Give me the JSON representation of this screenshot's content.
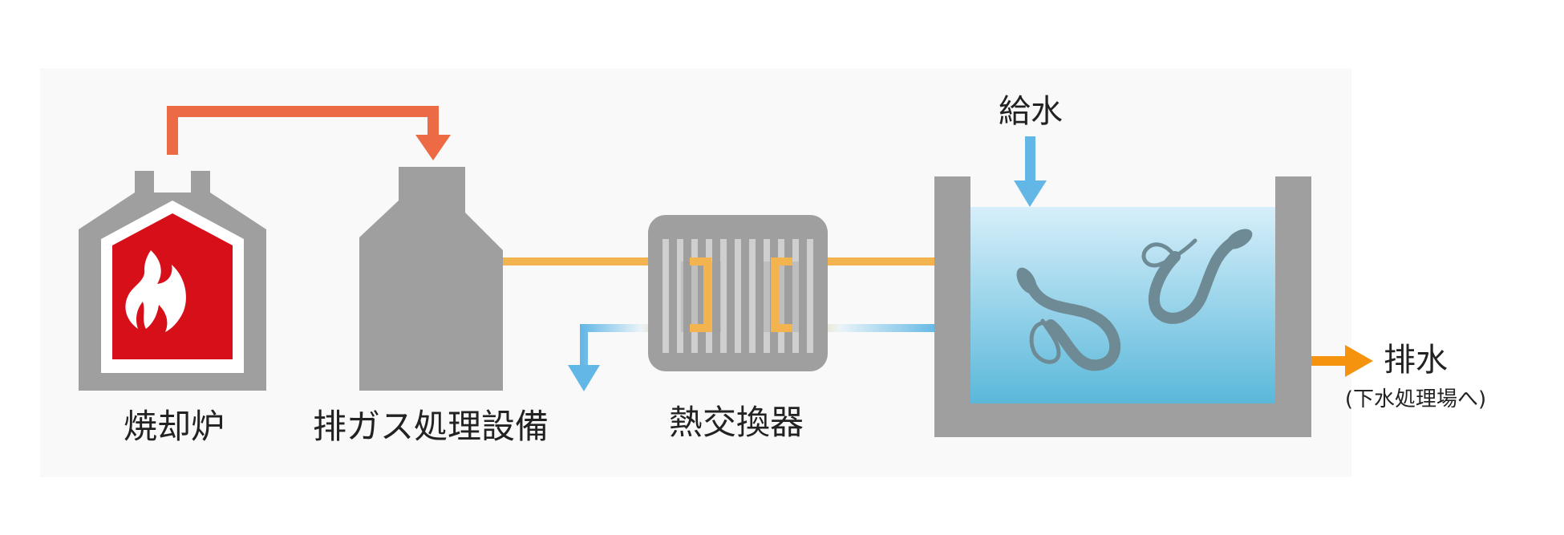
{
  "labels": {
    "incinerator": "焼却炉",
    "exhaust_treatment": "排ガス処理設備",
    "heat_exchanger": "熱交換器",
    "water_supply": "給水",
    "drain": "排水",
    "drain_note": "(下水処理場へ)"
  },
  "colors": {
    "background_panel": "#f9f9f9",
    "equipment_gray": "#9f9f9f",
    "flame_red": "#d70f19",
    "flue_gas_arrow": "#ec6a44",
    "hot_water_line": "#f3b34e",
    "cold_water": "#63b7e6",
    "drain_arrow": "#f5930f",
    "tank_water_top": "#d7effa",
    "tank_water_bottom": "#5ab8da",
    "eel": "#6e8a94"
  },
  "icons": {
    "flame": "flame-icon",
    "eel": "eel-icon"
  }
}
